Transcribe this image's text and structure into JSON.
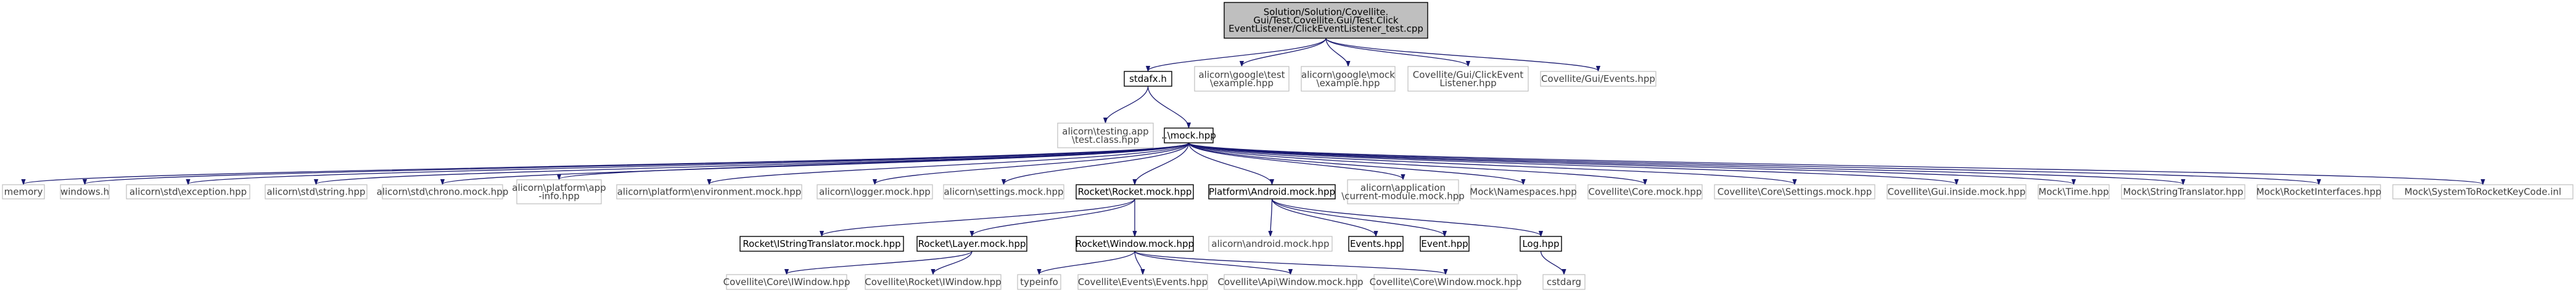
{
  "diagram": {
    "nodes": [
      {
        "id": "root",
        "lines": [
          "Solution/Solution/Covellite.",
          "Gui/Test.Covellite.Gui/Test.Click",
          "EventListener/ClickEventListener_test.cpp"
        ],
        "style": "root"
      },
      {
        "id": "stdafx",
        "lines": [
          "stdafx.h"
        ],
        "style": "black"
      },
      {
        "id": "gtest_example",
        "lines": [
          "alicorn\\google\\test",
          "\\example.hpp"
        ],
        "style": "gray"
      },
      {
        "id": "gmock_example",
        "lines": [
          "alicorn\\google\\mock",
          "\\example.hpp"
        ],
        "style": "gray"
      },
      {
        "id": "click_listener",
        "lines": [
          "Covellite/Gui/ClickEvent",
          "Listener.hpp"
        ],
        "style": "gray"
      },
      {
        "id": "events_hpp",
        "lines": [
          "Covellite/Gui/Events.hpp"
        ],
        "style": "gray"
      },
      {
        "id": "testing_app",
        "lines": [
          "alicorn\\testing.app",
          "\\test.class.hpp"
        ],
        "style": "gray"
      },
      {
        "id": "mock_hpp",
        "lines": [
          "..\\mock.hpp"
        ],
        "style": "black"
      },
      {
        "id": "memory",
        "lines": [
          "memory"
        ],
        "style": "gray"
      },
      {
        "id": "windows_h",
        "lines": [
          "windows.h"
        ],
        "style": "gray"
      },
      {
        "id": "std_exception",
        "lines": [
          "alicorn\\std\\exception.hpp"
        ],
        "style": "gray"
      },
      {
        "id": "std_string",
        "lines": [
          "alicorn\\std\\string.hpp"
        ],
        "style": "gray"
      },
      {
        "id": "std_chrono",
        "lines": [
          "alicorn\\std\\chrono.mock.hpp"
        ],
        "style": "gray"
      },
      {
        "id": "platform_app",
        "lines": [
          "alicorn\\platform\\app",
          "-info.hpp"
        ],
        "style": "gray"
      },
      {
        "id": "platform_env",
        "lines": [
          "alicorn\\platform\\environment.mock.hpp"
        ],
        "style": "gray"
      },
      {
        "id": "logger",
        "lines": [
          "alicorn\\logger.mock.hpp"
        ],
        "style": "gray"
      },
      {
        "id": "settings",
        "lines": [
          "alicorn\\settings.mock.hpp"
        ],
        "style": "gray"
      },
      {
        "id": "rocket_mock",
        "lines": [
          "Rocket\\Rocket.mock.hpp"
        ],
        "style": "black"
      },
      {
        "id": "android_mock",
        "lines": [
          "Platform\\Android.mock.hpp"
        ],
        "style": "black"
      },
      {
        "id": "app_current",
        "lines": [
          "alicorn\\application",
          "\\current-module.mock.hpp"
        ],
        "style": "gray"
      },
      {
        "id": "mock_namespaces",
        "lines": [
          "Mock\\Namespaces.hpp"
        ],
        "style": "gray"
      },
      {
        "id": "core_mock",
        "lines": [
          "Covellite\\Core.mock.hpp"
        ],
        "style": "gray"
      },
      {
        "id": "core_settings",
        "lines": [
          "Covellite\\Core\\Settings.mock.hpp"
        ],
        "style": "gray"
      },
      {
        "id": "gui_inside",
        "lines": [
          "Covellite\\Gui.inside.mock.hpp"
        ],
        "style": "gray"
      },
      {
        "id": "mock_time",
        "lines": [
          "Mock\\Time.hpp"
        ],
        "style": "gray"
      },
      {
        "id": "mock_stringtr",
        "lines": [
          "Mock\\StringTranslator.hpp"
        ],
        "style": "gray"
      },
      {
        "id": "mock_rocketif",
        "lines": [
          "Mock\\RocketInterfaces.hpp"
        ],
        "style": "gray"
      },
      {
        "id": "mock_syskey",
        "lines": [
          "Mock\\SystemToRocketKeyCode.inl"
        ],
        "style": "gray"
      },
      {
        "id": "rk_strtr",
        "lines": [
          "Rocket\\IStringTranslator.mock.hpp"
        ],
        "style": "black"
      },
      {
        "id": "rk_layer",
        "lines": [
          "Rocket\\Layer.mock.hpp"
        ],
        "style": "black"
      },
      {
        "id": "rk_window",
        "lines": [
          "Rocket\\Window.mock.hpp"
        ],
        "style": "black"
      },
      {
        "id": "android_h",
        "lines": [
          "alicorn\\android.mock.hpp"
        ],
        "style": "gray"
      },
      {
        "id": "events_node",
        "lines": [
          "Events.hpp"
        ],
        "style": "black"
      },
      {
        "id": "event_node",
        "lines": [
          "Event.hpp"
        ],
        "style": "black"
      },
      {
        "id": "log_hpp",
        "lines": [
          "Log.hpp"
        ],
        "style": "black"
      },
      {
        "id": "core_iwindow",
        "lines": [
          "Covellite\\Core\\IWindow.hpp"
        ],
        "style": "gray"
      },
      {
        "id": "rocket_iwindow",
        "lines": [
          "Covellite\\Rocket\\IWindow.hpp"
        ],
        "style": "gray"
      },
      {
        "id": "typeinfo",
        "lines": [
          "typeinfo"
        ],
        "style": "gray"
      },
      {
        "id": "events_events",
        "lines": [
          "Covellite\\Events\\Events.hpp"
        ],
        "style": "gray"
      },
      {
        "id": "api_window",
        "lines": [
          "Covellite\\Api\\Window.mock.hpp"
        ],
        "style": "gray"
      },
      {
        "id": "core_window",
        "lines": [
          "Covellite\\Core\\Window.mock.hpp"
        ],
        "style": "gray"
      },
      {
        "id": "cstdarg",
        "lines": [
          "cstdarg"
        ],
        "style": "gray"
      }
    ],
    "edges": [
      [
        "root",
        "stdafx"
      ],
      [
        "root",
        "gtest_example"
      ],
      [
        "root",
        "gmock_example"
      ],
      [
        "root",
        "click_listener"
      ],
      [
        "root",
        "events_hpp"
      ],
      [
        "stdafx",
        "testing_app"
      ],
      [
        "stdafx",
        "mock_hpp"
      ],
      [
        "mock_hpp",
        "memory"
      ],
      [
        "mock_hpp",
        "windows_h"
      ],
      [
        "mock_hpp",
        "std_exception"
      ],
      [
        "mock_hpp",
        "std_string"
      ],
      [
        "mock_hpp",
        "std_chrono"
      ],
      [
        "mock_hpp",
        "platform_app"
      ],
      [
        "mock_hpp",
        "platform_env"
      ],
      [
        "mock_hpp",
        "logger"
      ],
      [
        "mock_hpp",
        "settings"
      ],
      [
        "mock_hpp",
        "rocket_mock"
      ],
      [
        "mock_hpp",
        "android_mock"
      ],
      [
        "mock_hpp",
        "app_current"
      ],
      [
        "mock_hpp",
        "mock_namespaces"
      ],
      [
        "mock_hpp",
        "core_mock"
      ],
      [
        "mock_hpp",
        "core_settings"
      ],
      [
        "mock_hpp",
        "gui_inside"
      ],
      [
        "mock_hpp",
        "mock_time"
      ],
      [
        "mock_hpp",
        "mock_stringtr"
      ],
      [
        "mock_hpp",
        "mock_rocketif"
      ],
      [
        "mock_hpp",
        "mock_syskey"
      ],
      [
        "rocket_mock",
        "rk_strtr"
      ],
      [
        "rocket_mock",
        "rk_layer"
      ],
      [
        "rocket_mock",
        "rk_window"
      ],
      [
        "android_mock",
        "android_h"
      ],
      [
        "android_mock",
        "events_node"
      ],
      [
        "android_mock",
        "event_node"
      ],
      [
        "android_mock",
        "log_hpp"
      ],
      [
        "rk_layer",
        "core_iwindow"
      ],
      [
        "rk_layer",
        "rocket_iwindow"
      ],
      [
        "rk_window",
        "typeinfo"
      ],
      [
        "rk_window",
        "events_events"
      ],
      [
        "rk_window",
        "api_window"
      ],
      [
        "rk_window",
        "core_window"
      ],
      [
        "log_hpp",
        "cstdarg"
      ]
    ]
  }
}
